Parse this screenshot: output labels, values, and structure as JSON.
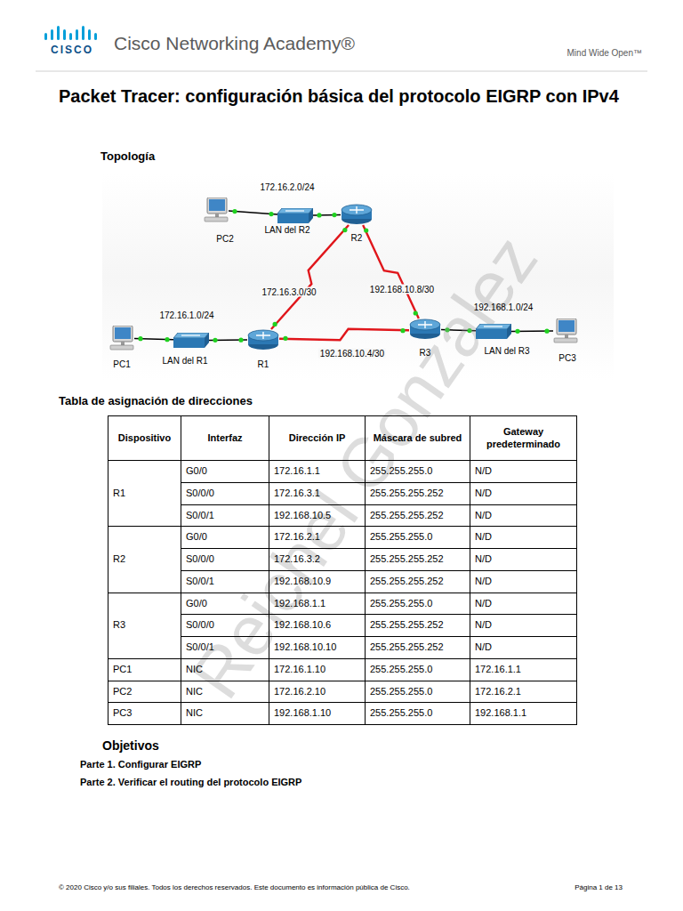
{
  "diagram": {
    "title": "Packet Tracer: configuración básica del protocolo EIGRP con IPv4",
    "nodes": [
      {
        "text": [
          "PC2"
        ]
      },
      {
        "text": [
          "LAN del R2"
        ]
      },
      {
        "text": [
          "R2"
        ]
      },
      {
        "text": [
          "PC1"
        ]
      },
      {
        "text": [
          "LAN del R1"
        ]
      },
      {
        "text": [
          "R1"
        ]
      },
      {
        "text": [
          "R3"
        ]
      },
      {
        "text": [
          "LAN del R3"
        ]
      },
      {
        "text": [
          "PC3"
        ]
      }
    ],
    "edges": [
      {
        "from": 0,
        "to": 1,
        "arrow": "none"
      },
      {
        "from": 1,
        "to": 2,
        "arrow": "none"
      },
      {
        "from": 2,
        "to": 5,
        "arrow": "none",
        "label": "172.16.3.0/30"
      },
      {
        "from": 2,
        "to": 6,
        "arrow": "none",
        "label": "192.168.10.8/30"
      },
      {
        "from": 3,
        "to": 4,
        "arrow": "none"
      },
      {
        "from": 4,
        "to": 5,
        "arrow": "none"
      },
      {
        "from": 5,
        "to": 6,
        "arrow": "none",
        "label": "192.168.10.4/30"
      },
      {
        "from": 6,
        "to": 7,
        "arrow": "none"
      },
      {
        "from": 7,
        "to": 8,
        "arrow": "none"
      }
    ],
    "labels": [
      "CISCO",
      "Cisco Networking Academy®",
      "Mind Wide Open™",
      "Topología",
      "172.16.2.0/24",
      "172.16.1.0/24",
      "192.168.1.0/24",
      "Tabla de asignación de direcciones",
      "Dispositivo",
      "Interfaz",
      "Dirección IP",
      "Máscara de subred",
      "Gateway predeterminado",
      "R1",
      "G0/0",
      "172.16.1.1",
      "255.255.255.0",
      "N/D",
      "S0/0/0",
      "172.16.3.1",
      "255.255.255.252",
      "N/D",
      "S0/0/1",
      "192.168.10.5",
      "255.255.255.252",
      "N/D",
      "R2",
      "G0/0",
      "172.16.2.1",
      "255.255.255.0",
      "N/D",
      "S0/0/0",
      "172.16.3.2",
      "255.255.255.252",
      "N/D",
      "S0/0/1",
      "192.168.10.9",
      "255.255.255.252",
      "N/D",
      "R3",
      "G0/0",
      "192.168.1.1",
      "255.255.255.0",
      "N/D",
      "S0/0/0",
      "192.168.10.6",
      "255.255.255.252",
      "N/D",
      "S0/0/1",
      "192.168.10.10",
      "255.255.255.252",
      "N/D",
      "PC1",
      "NIC",
      "172.16.1.10",
      "255.255.255.0",
      "172.16.1.1",
      "PC2",
      "NIC",
      "172.16.2.10",
      "255.255.255.0",
      "172.16.2.1",
      "PC3",
      "NIC",
      "192.168.1.10",
      "255.255.255.0",
      "192.168.1.1",
      "Objetivos",
      "Parte 1. Configurar EIGRP",
      "Parte 2. Verificar el routing del protocolo EIGRP",
      "© 2020 Cisco y/o sus filiales. Todos los derechos reservados. Este documento es información pública de Cisco.",
      "Página 1 de 13",
      "Reichel Gonzalez"
    ]
  }
}
